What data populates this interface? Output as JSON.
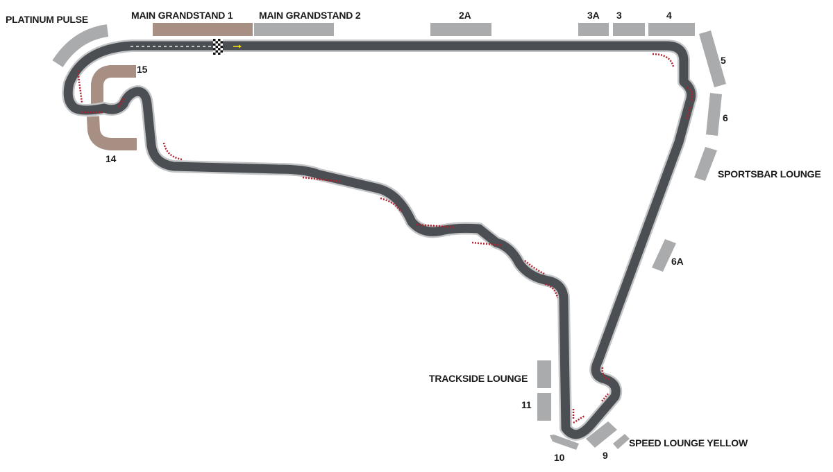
{
  "colors": {
    "track": "#4b4f53",
    "track_edge": "#c3c5c7",
    "kerb": "#b11f2e",
    "stand_grey": "#a9abad",
    "stand_brown": "#a88f84",
    "label": "#1a1a1a",
    "start_arrow": "#f2e21a"
  },
  "icons": {
    "start_finish": "checkered-flag-icon",
    "direction": "direction-arrow-icon"
  },
  "labels": {
    "platinum_pulse": "PLATINUM PULSE",
    "main_grandstand_1": "MAIN GRANDSTAND 1",
    "main_grandstand_2": "MAIN GRANDSTAND 2",
    "g2a": "2A",
    "g3a": "3A",
    "g3": "3",
    "g4": "4",
    "g5": "5",
    "g6": "6",
    "sportsbar_lounge": "SPORTSBAR LOUNGE",
    "g6a": "6A",
    "trackside_lounge": "TRACKSIDE LOUNGE",
    "g11": "11",
    "g10": "10",
    "g9": "9",
    "speed_lounge_yellow": "SPEED LOUNGE YELLOW",
    "g15": "15",
    "g14": "14"
  }
}
